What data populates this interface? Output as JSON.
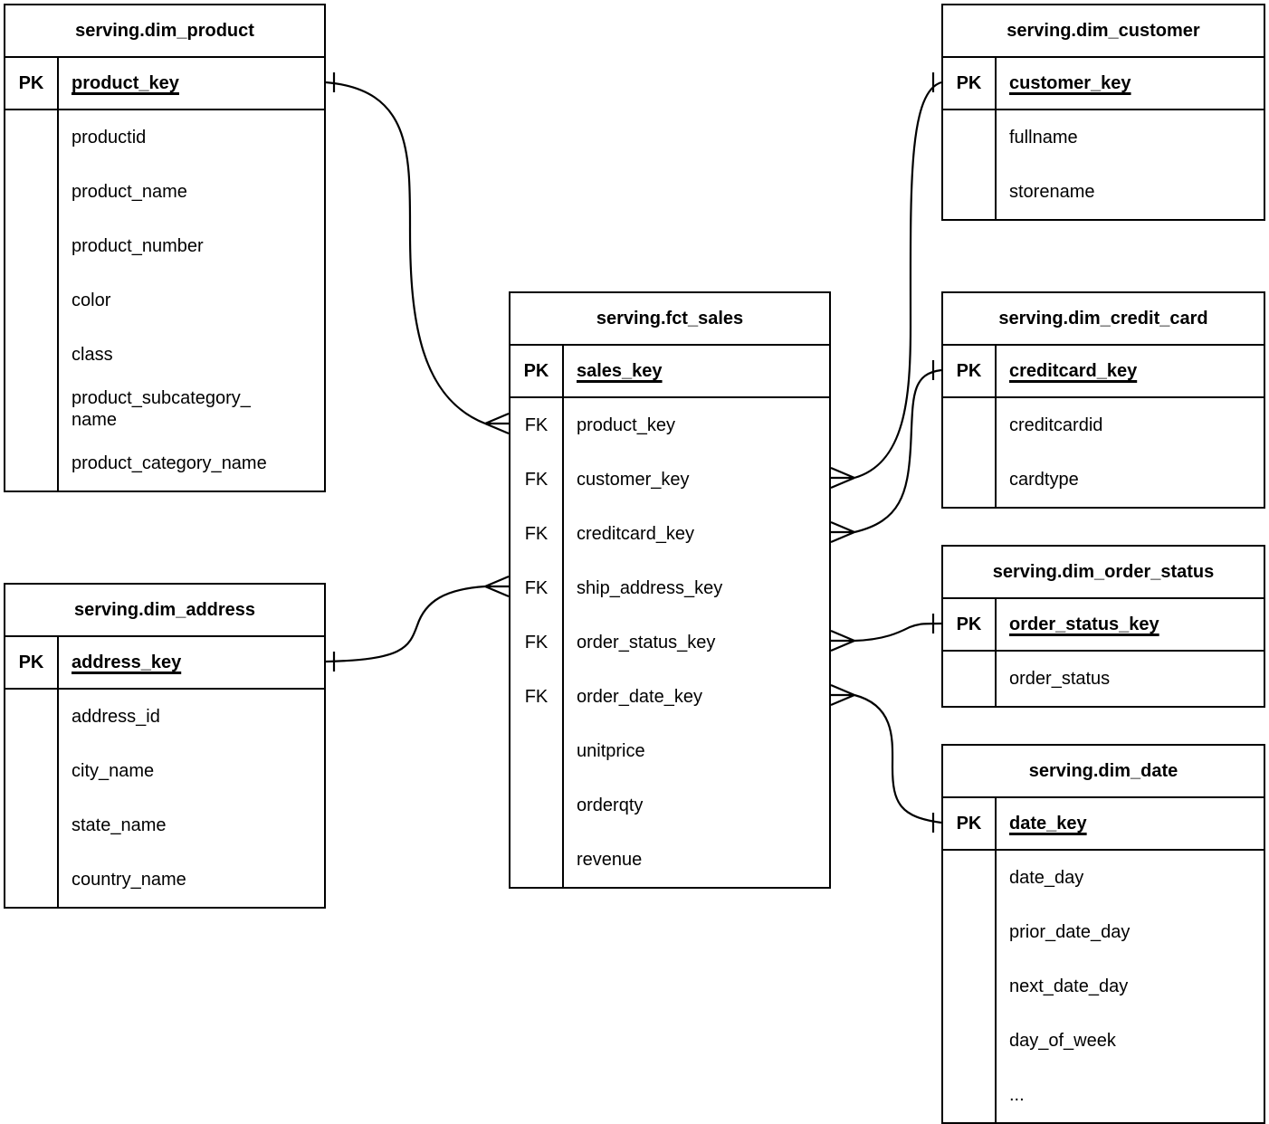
{
  "diagram": {
    "type": "entity-relationship-star-schema",
    "background_color": "#ffffff",
    "line_color": "#000000",
    "text_color": "#000000"
  },
  "tables": {
    "fct_sales": {
      "title": "serving.fct_sales",
      "pk": {
        "tag": "PK",
        "field": "sales_key"
      },
      "rows": [
        {
          "tag": "FK",
          "field": "product_key"
        },
        {
          "tag": "FK",
          "field": "customer_key"
        },
        {
          "tag": "FK",
          "field": "creditcard_key"
        },
        {
          "tag": "FK",
          "field": "ship_address_key"
        },
        {
          "tag": "FK",
          "field": "order_status_key"
        },
        {
          "tag": "FK",
          "field": "order_date_key"
        },
        {
          "tag": "",
          "field": "unitprice"
        },
        {
          "tag": "",
          "field": "orderqty"
        },
        {
          "tag": "",
          "field": "revenue"
        }
      ]
    },
    "dim_product": {
      "title": "serving.dim_product",
      "pk": {
        "tag": "PK",
        "field": "product_key"
      },
      "rows": [
        {
          "tag": "",
          "field": "productid"
        },
        {
          "tag": "",
          "field": "product_name"
        },
        {
          "tag": "",
          "field": "product_number"
        },
        {
          "tag": "",
          "field": "color"
        },
        {
          "tag": "",
          "field": "class"
        },
        {
          "tag": "",
          "field": "product_subcategory_name"
        },
        {
          "tag": "",
          "field": "product_category_name"
        }
      ]
    },
    "dim_customer": {
      "title": "serving.dim_customer",
      "pk": {
        "tag": "PK",
        "field": "customer_key"
      },
      "rows": [
        {
          "tag": "",
          "field": "fullname"
        },
        {
          "tag": "",
          "field": "storename"
        }
      ]
    },
    "dim_credit_card": {
      "title": "serving.dim_credit_card",
      "pk": {
        "tag": "PK",
        "field": "creditcard_key"
      },
      "rows": [
        {
          "tag": "",
          "field": "creditcardid"
        },
        {
          "tag": "",
          "field": "cardtype"
        }
      ]
    },
    "dim_order_status": {
      "title": "serving.dim_order_status",
      "pk": {
        "tag": "PK",
        "field": "order_status_key"
      },
      "rows": [
        {
          "tag": "",
          "field": "order_status"
        }
      ]
    },
    "dim_date": {
      "title": "serving.dim_date",
      "pk": {
        "tag": "PK",
        "field": "date_key"
      },
      "rows": [
        {
          "tag": "",
          "field": "date_day"
        },
        {
          "tag": "",
          "field": "prior_date_day"
        },
        {
          "tag": "",
          "field": "next_date_day"
        },
        {
          "tag": "",
          "field": "day_of_week"
        },
        {
          "tag": "",
          "field": "..."
        }
      ]
    },
    "dim_address": {
      "title": "serving.dim_address",
      "pk": {
        "tag": "PK",
        "field": "address_key"
      },
      "rows": [
        {
          "tag": "",
          "field": "address_id"
        },
        {
          "tag": "",
          "field": "city_name"
        },
        {
          "tag": "",
          "field": "state_name"
        },
        {
          "tag": "",
          "field": "country_name"
        }
      ]
    }
  },
  "relationships": [
    {
      "from": "serving.dim_product.product_key",
      "to": "serving.fct_sales.product_key",
      "cardinality": "one-to-many"
    },
    {
      "from": "serving.dim_customer.customer_key",
      "to": "serving.fct_sales.customer_key",
      "cardinality": "one-to-many"
    },
    {
      "from": "serving.dim_credit_card.creditcard_key",
      "to": "serving.fct_sales.creditcard_key",
      "cardinality": "one-to-many"
    },
    {
      "from": "serving.dim_address.address_key",
      "to": "serving.fct_sales.ship_address_key",
      "cardinality": "one-to-many"
    },
    {
      "from": "serving.dim_order_status.order_status_key",
      "to": "serving.fct_sales.order_status_key",
      "cardinality": "one-to-many"
    },
    {
      "from": "serving.dim_date.date_key",
      "to": "serving.fct_sales.order_date_key",
      "cardinality": "one-to-many"
    }
  ]
}
